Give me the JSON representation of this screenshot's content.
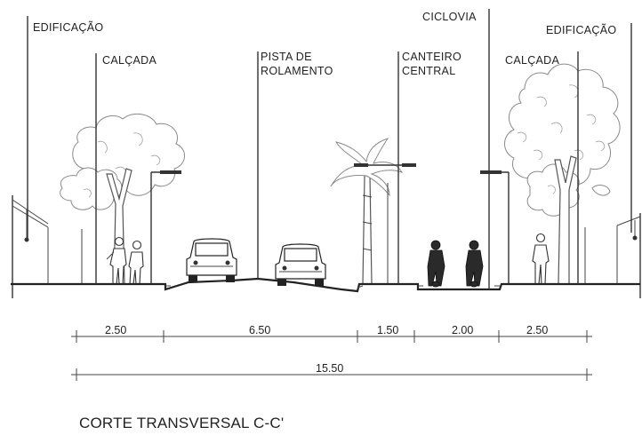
{
  "labels": {
    "edificacao_left": "EDIFICAÇÃO",
    "calcada_left": "CALÇADA",
    "pista_line1": "PISTA DE",
    "pista_line2": "ROLAMENTO",
    "canteiro_line1": "CANTEIRO",
    "canteiro_line2": "CENTRAL",
    "ciclovia": "CICLOVIA",
    "edificacao_right": "EDIFICAÇÃO",
    "calcada_right": "CALÇADA"
  },
  "dimensions": {
    "segments": [
      "2.50",
      "6.50",
      "1.50",
      "2.00",
      "2.50"
    ],
    "total": "15.50"
  },
  "caption": "CORTE TRANSVERSAL C-C'"
}
